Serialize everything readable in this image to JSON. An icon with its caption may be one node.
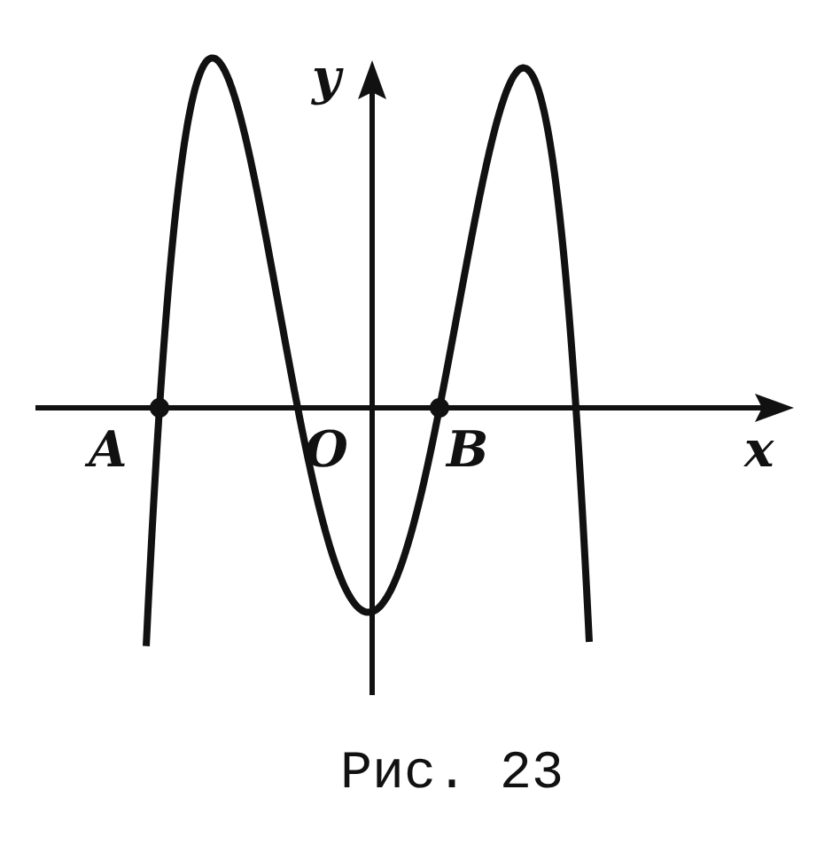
{
  "diagram": {
    "caption": "Рис. 23",
    "labels": [
      "y",
      "x",
      "A",
      "O",
      "B"
    ]
  }
}
